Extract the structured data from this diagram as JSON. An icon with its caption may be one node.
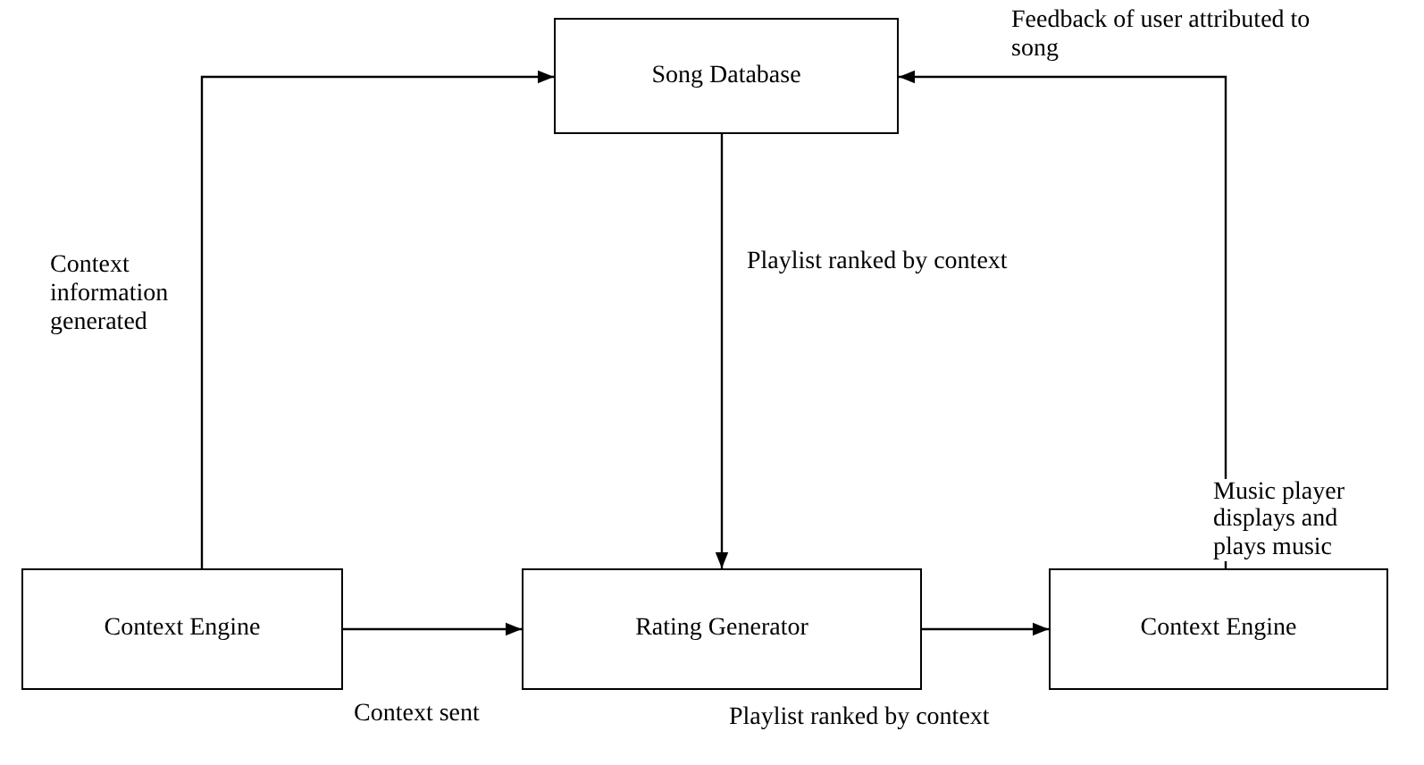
{
  "diagram": {
    "nodes": [
      {
        "text": [
          "Song Database"
        ]
      },
      {
        "text": [
          "Context Engine"
        ]
      },
      {
        "text": [
          "Rating Generator"
        ]
      },
      {
        "text": [
          "Context Engine"
        ],
        "beside": [
          "Music player displays and plays music"
        ]
      }
    ],
    "edges": [
      {
        "from": 1,
        "to": 0,
        "arrow": "to",
        "label": "Context information generated"
      },
      {
        "from": 0,
        "to": 2,
        "arrow": "to",
        "label": "Playlist ranked by context"
      },
      {
        "from": 3,
        "to": 0,
        "arrow": "to",
        "label": "Feedback of user attributed to song"
      },
      {
        "from": 1,
        "to": 2,
        "arrow": "to",
        "label": "Context sent"
      },
      {
        "from": 2,
        "to": 3,
        "arrow": "to",
        "label": "Playlist ranked by context"
      }
    ]
  }
}
